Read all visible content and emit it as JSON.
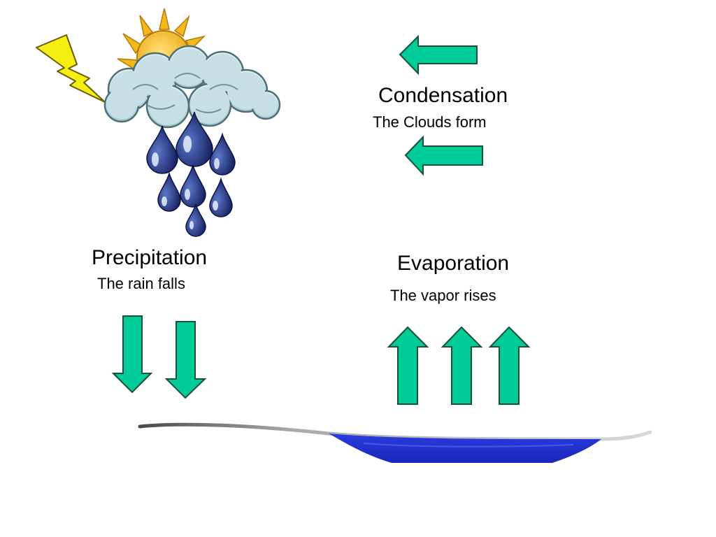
{
  "stages": {
    "condensation": {
      "title": "Condensation",
      "subtitle": "The Clouds form"
    },
    "precipitation": {
      "title": "Precipitation",
      "subtitle": "The rain falls"
    },
    "evaporation": {
      "title": "Evaporation",
      "subtitle": "The vapor rises"
    }
  },
  "colors": {
    "arrow_fill": "#00cc99",
    "arrow_stroke": "#1a4d3a",
    "cloud": "#b4d2d8",
    "sun": "#f3b81c",
    "lightning": "#f5ee12",
    "raindrop": "#1c2a7a",
    "water": "#1f2fd6",
    "ground": "#8a8a8a"
  },
  "icons": {
    "weather": "sun-cloud-rain-icon",
    "lightning": "lightning-bolt-icon",
    "water": "water-body-icon",
    "arrows": "arrow-icon"
  }
}
